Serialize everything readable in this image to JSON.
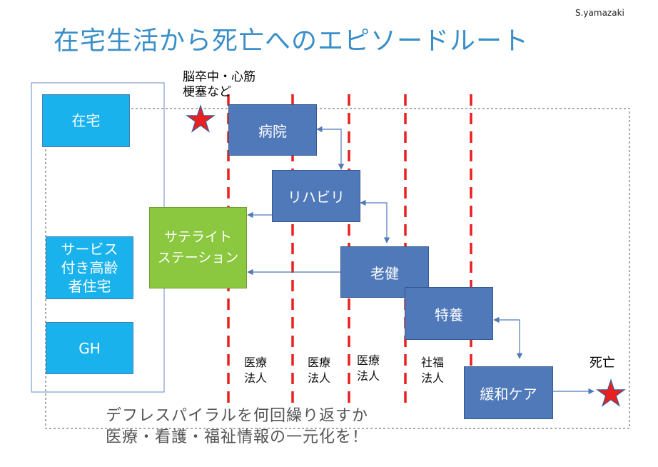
{
  "title": "在宅生活から死亡へのエピソードルート",
  "author": "S.yamazaki",
  "event_label": [
    "脳卒中・心筋",
    "梗塞など"
  ],
  "residence": {
    "home": "在宅",
    "service_housing": [
      "サービス",
      "付き高齢",
      "者住宅"
    ],
    "gh": "GH"
  },
  "satellite": [
    "サテライト",
    "ステーション"
  ],
  "facilities": {
    "hospital": "病院",
    "rehab": "リハビリ",
    "elderly_health": "老健",
    "special_nursing": "特養",
    "palliative": "緩和ケア"
  },
  "operators": [
    [
      "医療",
      "法人"
    ],
    [
      "医療",
      "法人"
    ],
    [
      "医療",
      "法人"
    ],
    [
      "社福",
      "法人"
    ]
  ],
  "death_label": "死亡",
  "bottom_text": [
    "デフレスパイラルを何回繰り返すか",
    "医療・看護・福祉情報の一元化を！"
  ],
  "colors": {
    "title": "#3a8fc8",
    "residence_box": "#1ab2ec",
    "facility_box": "#4f79b9",
    "satellite_box": "#8bc840",
    "divider": "#e8201f",
    "star": "#e8201f",
    "arrow": "#4f79b9"
  }
}
